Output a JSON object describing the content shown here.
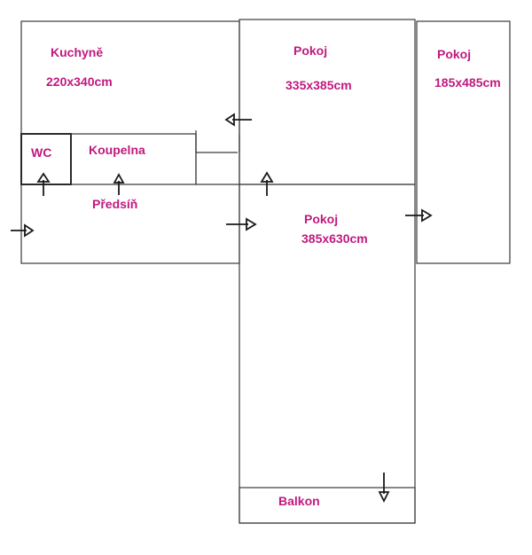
{
  "colors": {
    "label": "#c0197e",
    "wall": "#3a3a3a"
  },
  "rooms": {
    "kitchen": {
      "name": "Kuchyně",
      "size": "220x340cm"
    },
    "room_top_middle": {
      "name": "Pokoj",
      "size": "335x385cm"
    },
    "room_right": {
      "name": "Pokoj",
      "size": "185x485cm"
    },
    "wc": {
      "name": "WC"
    },
    "bathroom": {
      "name": "Koupelna"
    },
    "hallway": {
      "name": "Předsíň"
    },
    "room_large": {
      "name": "Pokoj",
      "size": "385x630cm"
    },
    "balcony": {
      "name": "Balkon"
    }
  }
}
